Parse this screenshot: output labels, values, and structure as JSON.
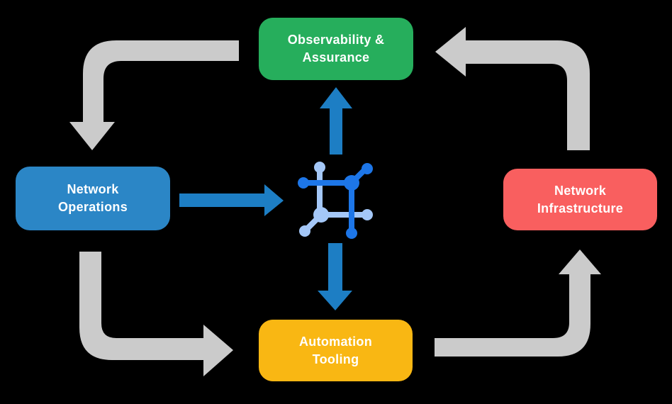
{
  "diagram": {
    "type": "cycle-flow-diagram",
    "nodes": [
      {
        "id": "observability-assurance",
        "line1": "Observability &",
        "line2": "Assurance",
        "color_key": "green"
      },
      {
        "id": "network-operations",
        "line1": "Network",
        "line2": "Operations",
        "color_key": "blue"
      },
      {
        "id": "network-infrastructure",
        "line1": "Network",
        "line2": "Infrastructure",
        "color_key": "red"
      },
      {
        "id": "automation-tooling",
        "line1": "Automation",
        "line2": "Tooling",
        "color_key": "yellow"
      }
    ],
    "center_icon": "network-platform-icon",
    "edges": [
      {
        "from": "observability-assurance",
        "to": "network-operations",
        "style": "gray-elbow",
        "arrowhead": "down"
      },
      {
        "from": "network-operations",
        "to": "automation-tooling",
        "style": "gray-elbow",
        "arrowhead": "right"
      },
      {
        "from": "automation-tooling",
        "to": "network-infrastructure",
        "style": "gray-elbow",
        "arrowhead": "up"
      },
      {
        "from": "network-infrastructure",
        "to": "observability-assurance",
        "style": "gray-elbow",
        "arrowhead": "left"
      },
      {
        "from": "network-operations",
        "to": "center-icon",
        "style": "blue-straight",
        "arrowhead": "right"
      },
      {
        "from": "center-icon",
        "to": "observability-assurance",
        "style": "blue-straight",
        "arrowhead": "up"
      },
      {
        "from": "center-icon",
        "to": "automation-tooling",
        "style": "blue-straight",
        "arrowhead": "down"
      }
    ],
    "colors": {
      "green": "#26ae5c",
      "blue": "#2b86c6",
      "red": "#f95f5f",
      "yellow": "#f9b713",
      "arrow_gray": "#cbcbcb",
      "arrow_blue": "#1d7ec4",
      "icon_dark": "#1d76e8",
      "icon_light": "#a4c7f7",
      "text": "#ffffff",
      "background": "#000000"
    }
  }
}
